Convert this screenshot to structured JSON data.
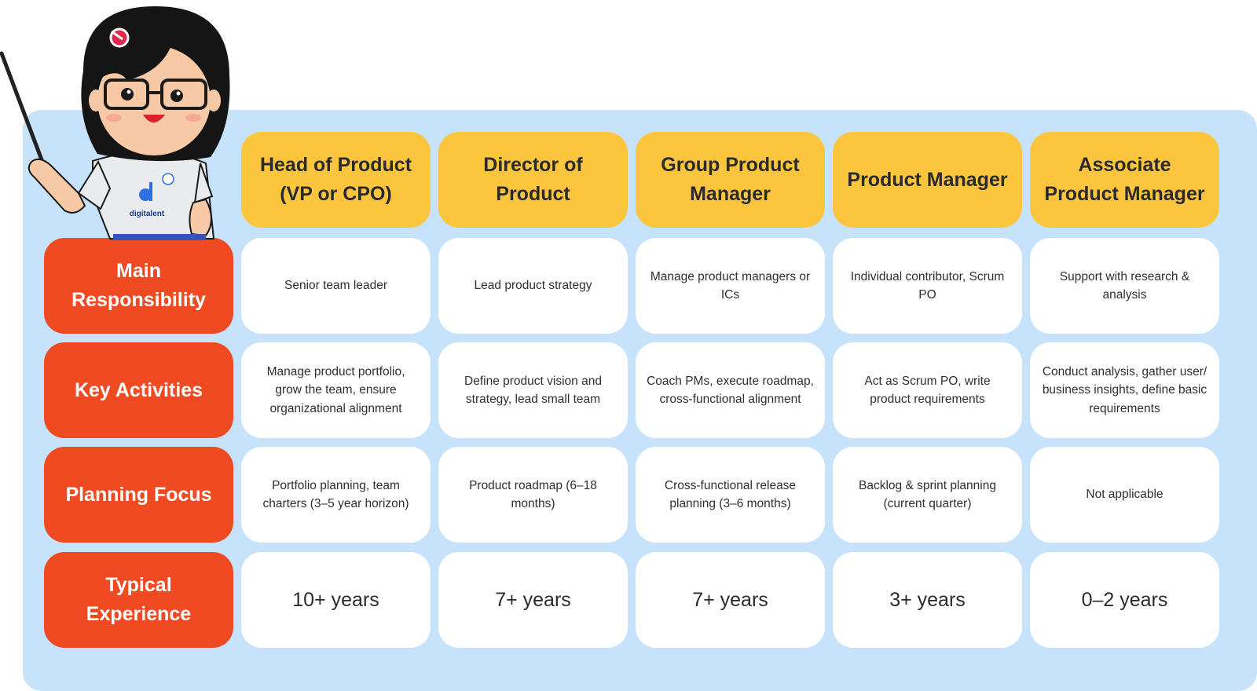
{
  "columns": [
    "Head of Product (VP or CPO)",
    "Director of Product",
    "Group Product Manager",
    "Product Manager",
    "Associate Product Manager"
  ],
  "rows": [
    {
      "label": "Main Responsibility",
      "cells": [
        "Senior team leader",
        "Lead product strategy",
        "Manage product managers or ICs",
        "Individual contributor, Scrum PO",
        "Support with research & analysis"
      ]
    },
    {
      "label": "Key Activities",
      "cells": [
        "Manage product portfolio, grow the team, ensure organizational alignment",
        "Define product vision and strategy, lead small team",
        "Coach PMs, execute roadmap, cross-functional alignment",
        "Act as Scrum PO, write product requirements",
        "Conduct analysis, gather user/ business insights, define basic requirements"
      ]
    },
    {
      "label": "Planning Focus",
      "cells": [
        "Portfolio planning, team charters (3–5 year horizon)",
        "Product roadmap (6–18 months)",
        "Cross-functional release planning (3–6 months)",
        "Backlog & sprint planning (current quarter)",
        "Not applicable"
      ]
    },
    {
      "label": "Typical Experience",
      "cells": [
        "10+ years",
        "7+ years",
        "7+ years",
        "3+ years",
        "0–2 years"
      ]
    }
  ],
  "mascot": {
    "shirt_logo_text": "digitalent",
    "icon": "teacher-mascot-icon"
  },
  "colors": {
    "panel": "#c6e3fb",
    "header": "#fcc53e",
    "row_label": "#f04a23",
    "cell": "#ffffff"
  }
}
